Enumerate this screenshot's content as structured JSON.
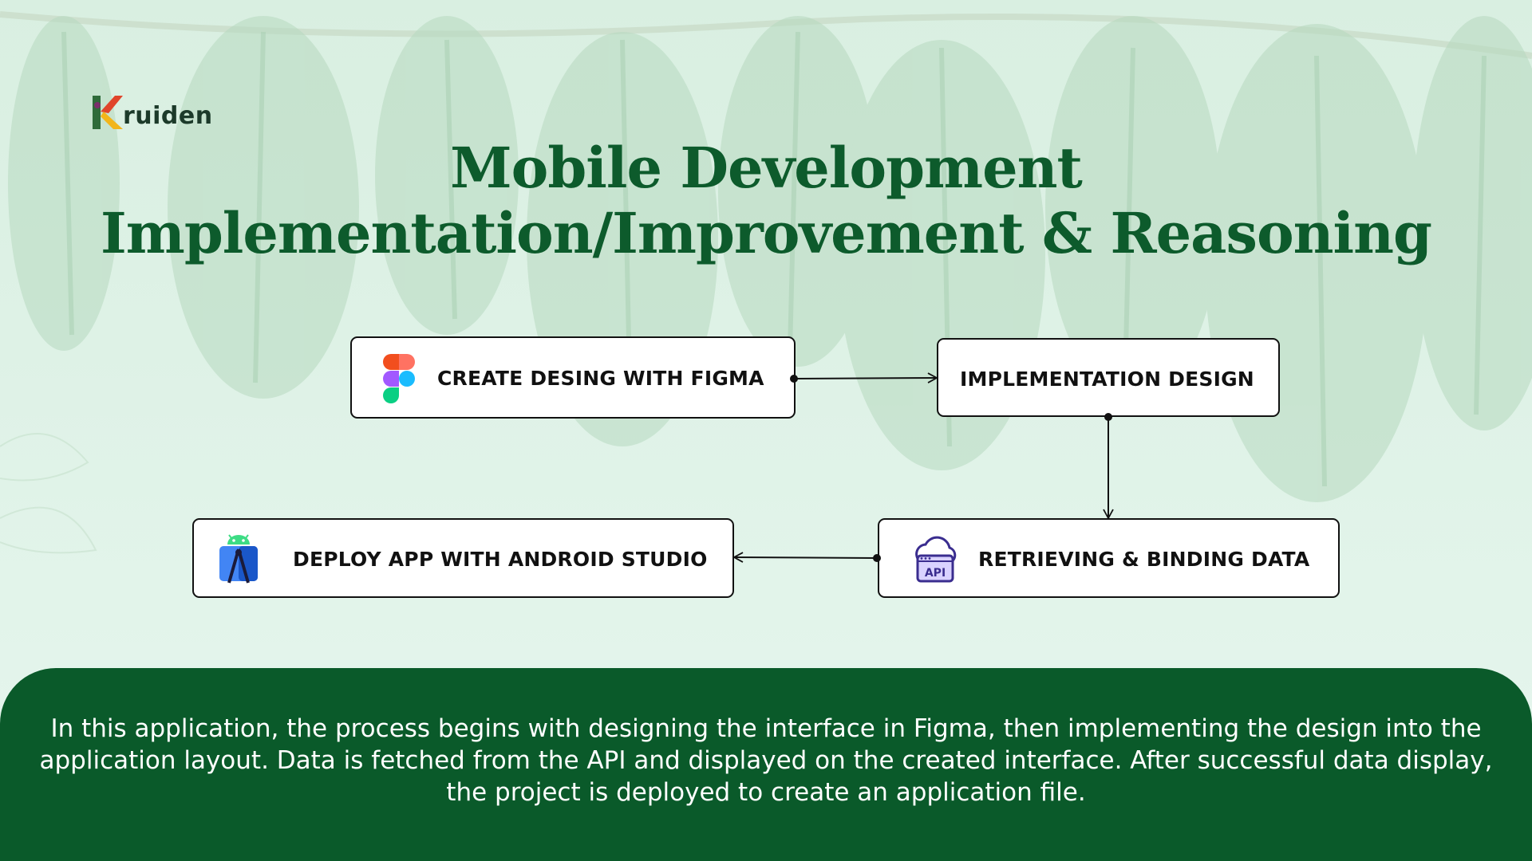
{
  "brand": {
    "logo_text": "ruiden",
    "logo_letter": "K"
  },
  "title": {
    "line1": "Mobile Development",
    "line2": "Implementation/Improvement & Reasoning"
  },
  "flow": {
    "nodes": [
      {
        "id": "figma",
        "label": "CREATE DESING WITH FIGMA",
        "icon": "figma-icon"
      },
      {
        "id": "impl",
        "label": "IMPLEMENTATION DESIGN",
        "icon": ""
      },
      {
        "id": "api",
        "label": "RETRIEVING & BINDING DATA",
        "icon": "api-cloud-icon"
      },
      {
        "id": "deploy",
        "label": "DEPLOY APP WITH ANDROID STUDIO",
        "icon": "android-studio-icon"
      }
    ],
    "edges": [
      {
        "from": "figma",
        "to": "impl"
      },
      {
        "from": "impl",
        "to": "api"
      },
      {
        "from": "api",
        "to": "deploy"
      }
    ]
  },
  "description": "In this application, the process begins with designing the interface in Figma, then implementing the design into the application layout. Data is fetched from the API and displayed on the created interface. After successful data display, the project is deployed to create an application file.",
  "colors": {
    "background": "#e3f4ea",
    "title": "#0d5b2c",
    "panel": "#0a5a2a",
    "box_border": "#111111"
  }
}
